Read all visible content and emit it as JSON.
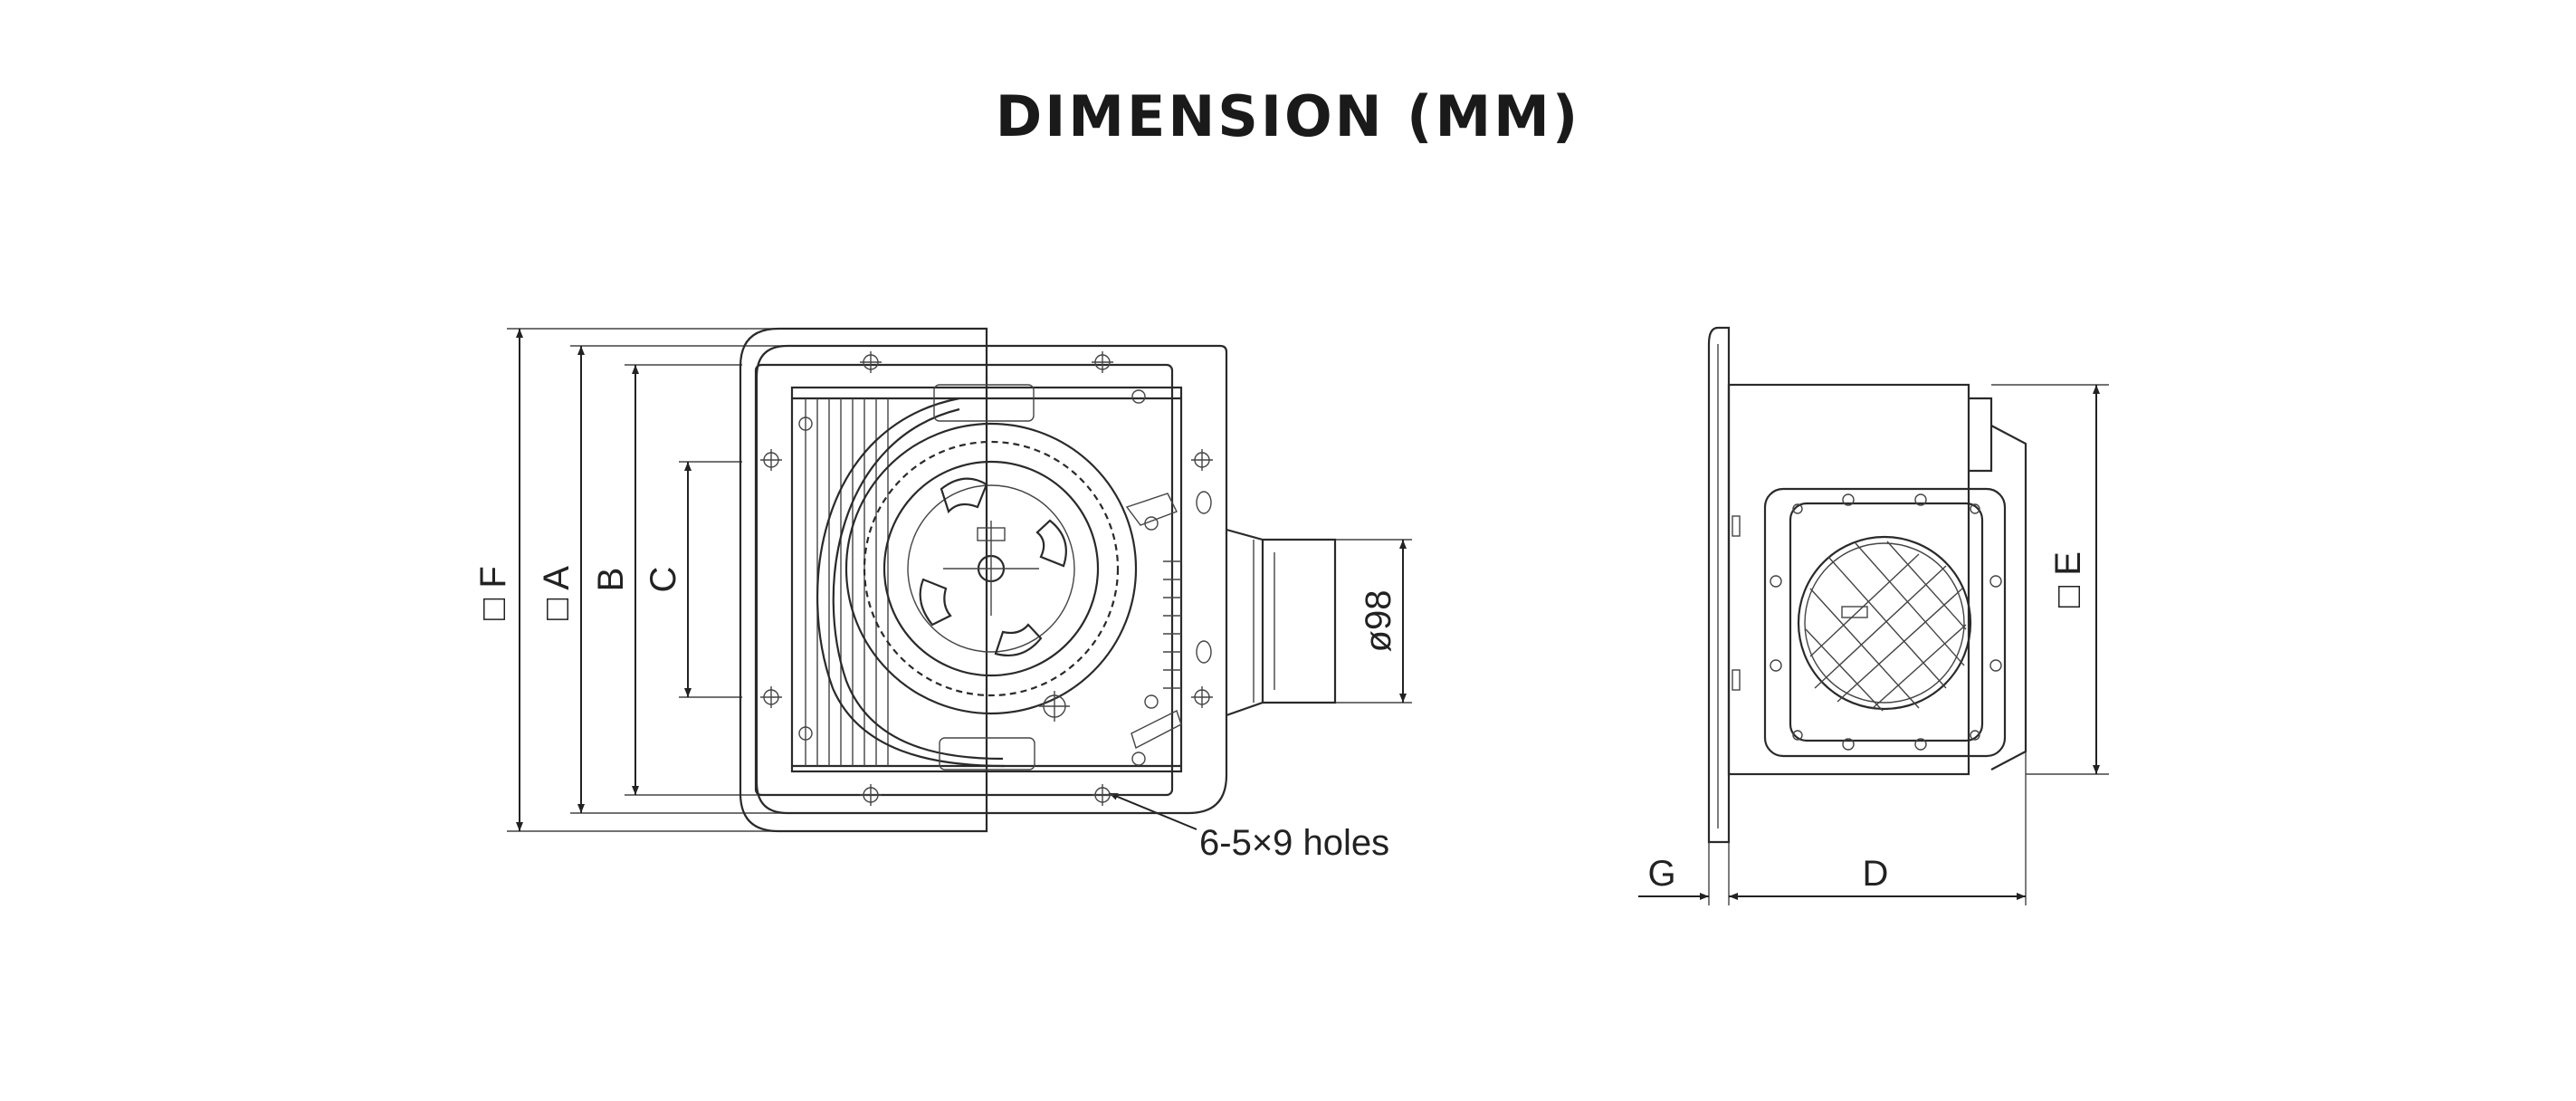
{
  "title": "DIMENSION (MM)",
  "front_view": {
    "dim_labels": [
      "□ F",
      "□ A",
      "B",
      "C"
    ],
    "diameter_label": "ø98",
    "holes_label": "6-5×9 holes"
  },
  "side_view": {
    "dim_labels": [
      "G",
      "D"
    ],
    "height_label": "□ E"
  }
}
